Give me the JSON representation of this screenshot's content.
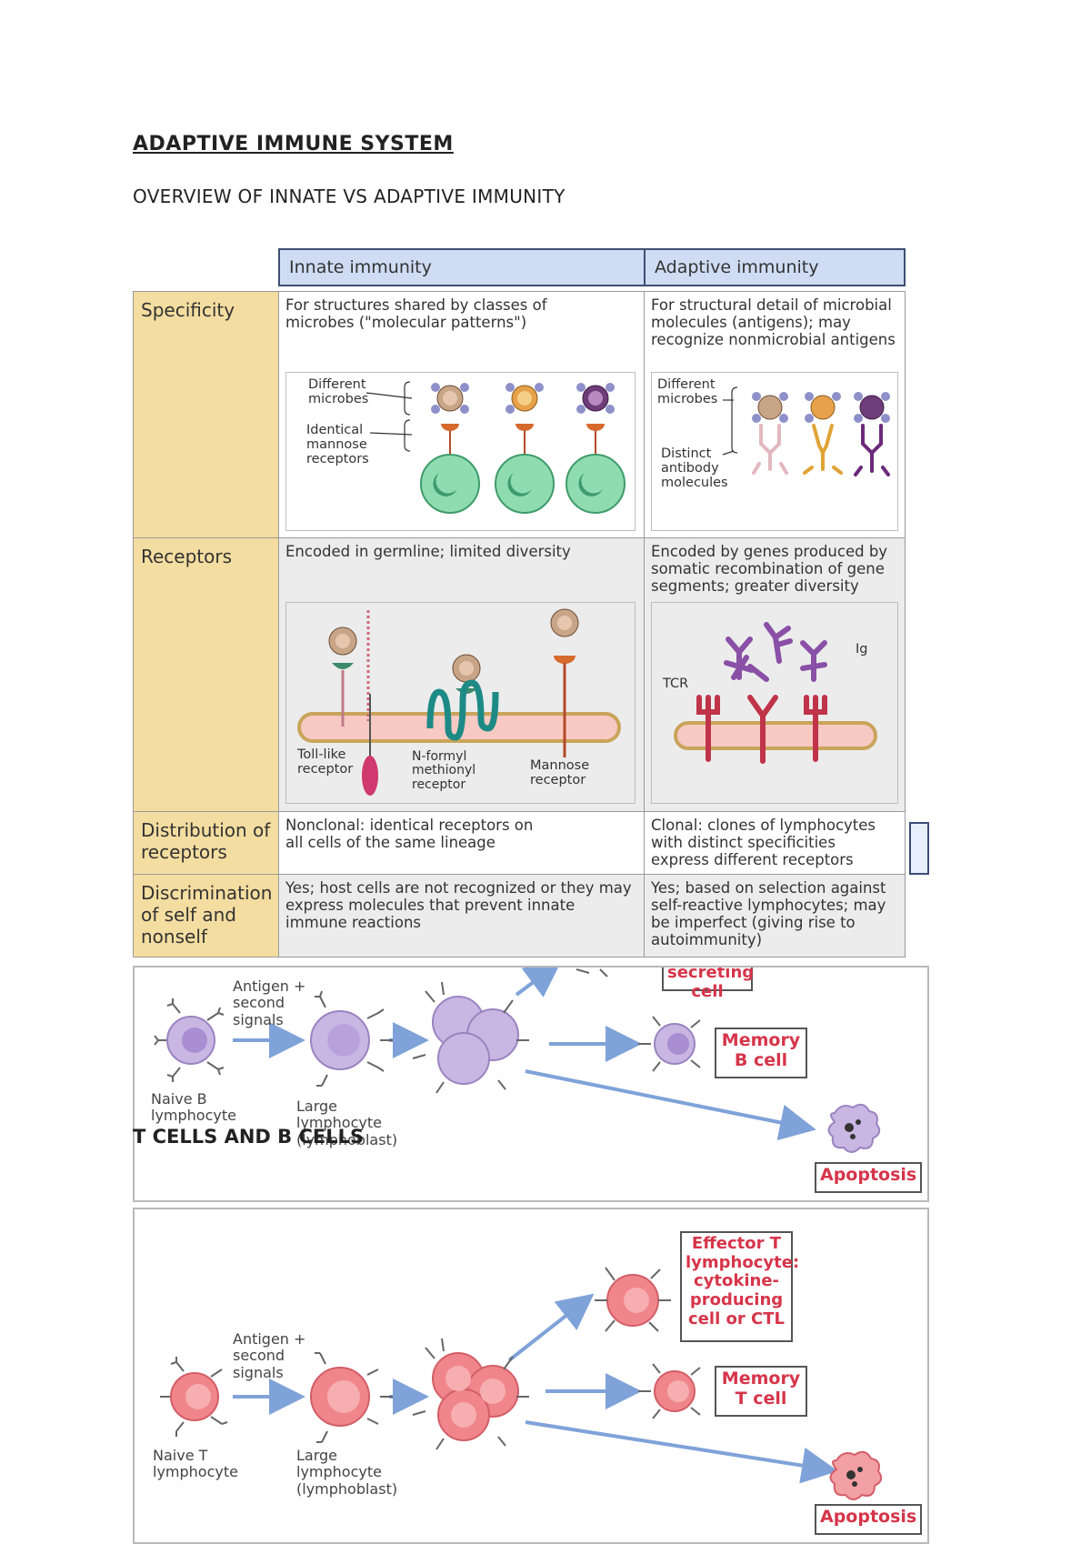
{
  "heading": "ADAPTIVE IMMUNE SYSTEM",
  "subheading": "OVERVIEW OF INNATE VS ADAPTIVE IMMUNITY",
  "section_heading": "T CELLS AND B CELLS",
  "table": {
    "columns": [
      "Innate immunity",
      "Adaptive immunity"
    ],
    "rows": [
      {
        "label": "Specificity",
        "innate": "For structures shared by classes of microbes (\"molecular patterns\")",
        "adaptive": "For structural detail of microbial molecules (antigens); may recognize nonmicrobial antigens"
      },
      {
        "label": "Receptors",
        "innate": "Encoded in germline; limited diversity",
        "adaptive": "Encoded by genes produced by somatic recombination of gene segments; greater diversity"
      },
      {
        "label": "Distribution of receptors",
        "innate": "Nonclonal: identical receptors on all cells of the same lineage",
        "adaptive": "Clonal: clones of lymphocytes with distinct specificities express different receptors"
      },
      {
        "label": "Discrimination of self and nonself",
        "innate": "Yes; host cells are not recognized or they may express molecules that prevent innate immune reactions",
        "adaptive": "Yes; based on selection against self-reactive lymphocytes; may be imperfect (giving rise to autoimmunity)"
      }
    ]
  },
  "specificity_fig": {
    "innate_labels": [
      "Different microbes",
      "Identical mannose receptors"
    ],
    "adaptive_labels": [
      "Different microbes",
      "Distinct antibody molecules"
    ]
  },
  "receptor_fig": {
    "innate_labels": [
      "Toll-like receptor",
      "N-formyl methionyl receptor",
      "Mannose receptor"
    ],
    "adaptive_labels": [
      "TCR",
      "Ig"
    ]
  },
  "b_cell_fig": {
    "top_label": "secreting cell",
    "signal_label": "Antigen + second signals",
    "naive_label": "Naive B lymphocyte",
    "large_label": "Large lymphocyte (lymphoblast)",
    "memory_label": "Memory B cell",
    "apoptosis_label": "Apoptosis"
  },
  "t_cell_fig": {
    "effector_label": "Effector T lymphocyte: cytokine-producing cell or CTL",
    "signal_label": "Antigen + second signals",
    "naive_label": "Naive T lymphocyte",
    "large_label": "Large lymphocyte (lymphoblast)",
    "memory_label": "Memory T cell",
    "apoptosis_label": "Apoptosis"
  },
  "colors": {
    "header_bg": "#cfdcf3",
    "label_bg": "#f4dda0",
    "b_cell": "#c9b6e3",
    "t_cell": "#f0868b",
    "arrow": "#7fa2d8",
    "label_red": "#d6354a"
  }
}
